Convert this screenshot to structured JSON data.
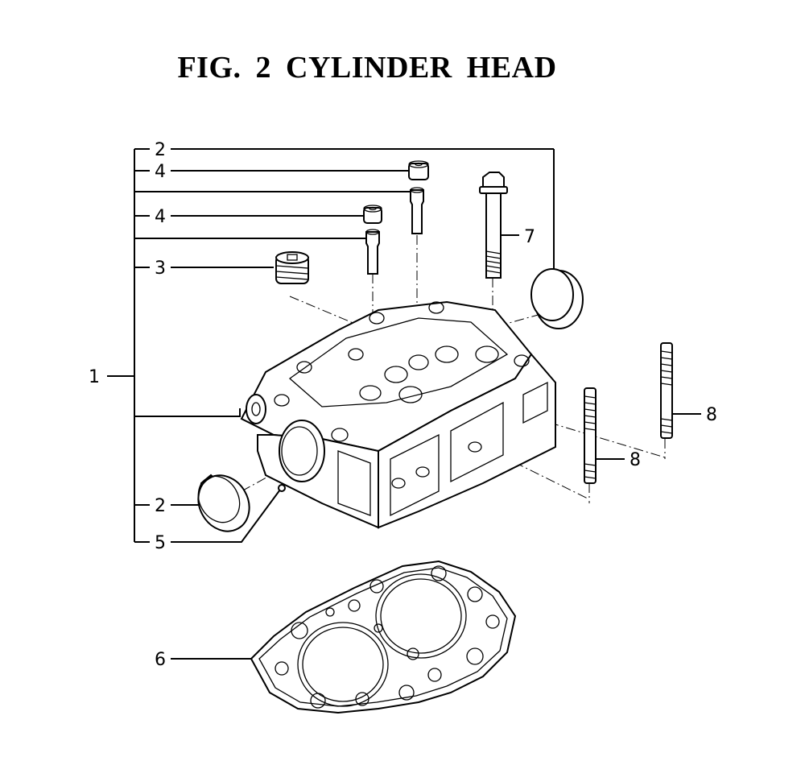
{
  "title": "FIG.  2  CYLINDER HEAD",
  "callouts": {
    "c1": "1",
    "c2_top": "2",
    "c4_top": "4",
    "c4_mid": "4",
    "c3": "3",
    "c7": "7",
    "c8_right": "8",
    "c8_mid": "8",
    "c2_bottom": "2",
    "c5": "5",
    "c6": "6"
  }
}
